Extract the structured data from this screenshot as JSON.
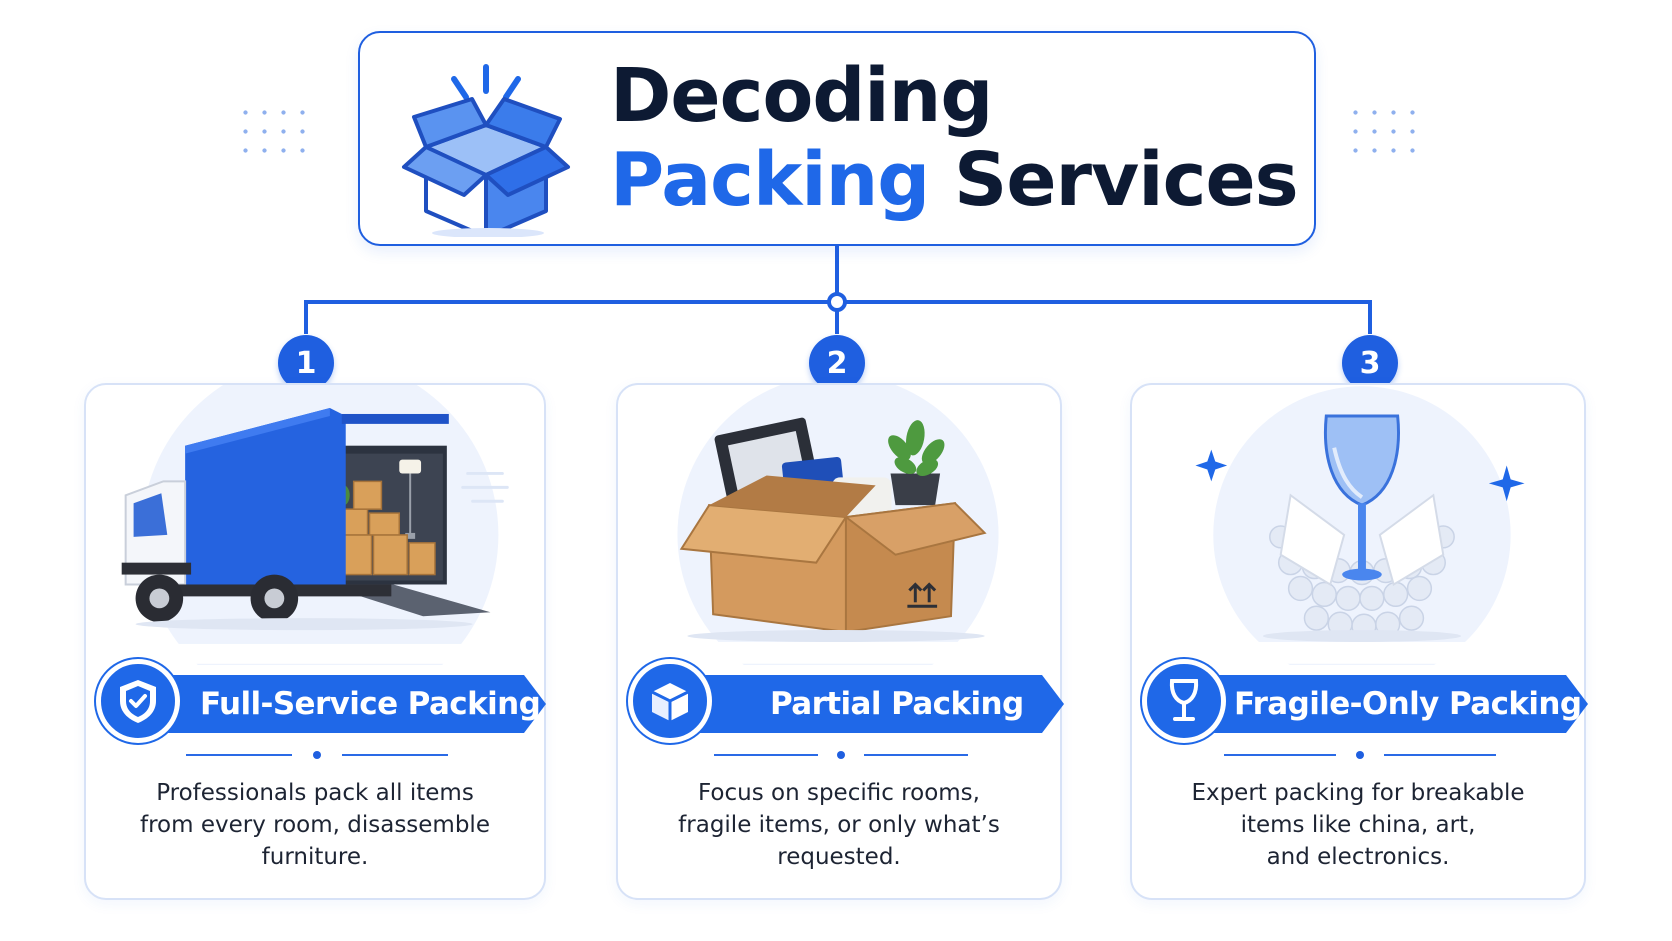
{
  "title": {
    "line1": "Decoding",
    "line2_part1": "Packing",
    "line2_part2": "Services"
  },
  "colors": {
    "primary_blue": "#1f68e8",
    "dark_text": "#0d1a33",
    "card_border": "#d7e2f7"
  },
  "services": [
    {
      "number": "1",
      "label": "Full-Service Packing",
      "icon": "shield-check-icon",
      "illustration": "moving-truck-illustration",
      "description": [
        "Professionals pack all items",
        "from every room, disassemble",
        "furniture."
      ]
    },
    {
      "number": "2",
      "label": "Partial Packing",
      "icon": "box-icon",
      "illustration": "open-cardboard-box-illustration",
      "description": [
        "Focus on specific rooms,",
        "fragile items, or only what’s",
        "requested."
      ]
    },
    {
      "number": "3",
      "label": "Fragile-Only Packing",
      "icon": "wine-glass-icon",
      "illustration": "wrapped-glass-illustration",
      "description": [
        "Expert packing for breakable",
        "items like china, art,",
        "and electronics."
      ]
    }
  ]
}
